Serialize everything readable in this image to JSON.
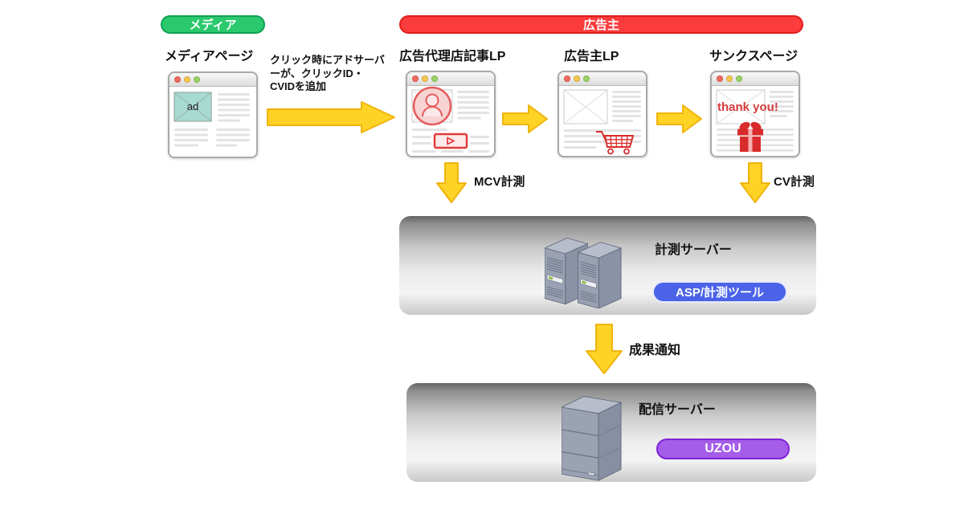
{
  "badges": {
    "media": "メディア",
    "advertiser": "広告主"
  },
  "pages": {
    "media": "メディアページ",
    "agency": "広告代理店記事LP",
    "advertiser": "広告主LP",
    "thanks": "サンクスページ"
  },
  "media_window": {
    "ad_label": "ad"
  },
  "thanks_window": {
    "message": "thank you!"
  },
  "flow": {
    "click_note": "クリック時にアドサーバーが、クリックID・CVIDを追加",
    "mcv": "MCV計測",
    "cv": "CV計測",
    "result": "成果通知"
  },
  "servers": {
    "measurement": {
      "title": "計測サーバー",
      "badge": "ASP/計測ツール"
    },
    "delivery": {
      "title": "配信サーバー",
      "badge": "UZOU"
    }
  },
  "colors": {
    "media_badge": "#2bc96d",
    "advertiser_badge": "#fb3c3c",
    "arrow": "#ffd226",
    "asp_badge": "#4a63e8",
    "uzou_badge": "#a55ce8",
    "accent_red": "#d92b2b",
    "ad_box": "#a7dad1"
  }
}
